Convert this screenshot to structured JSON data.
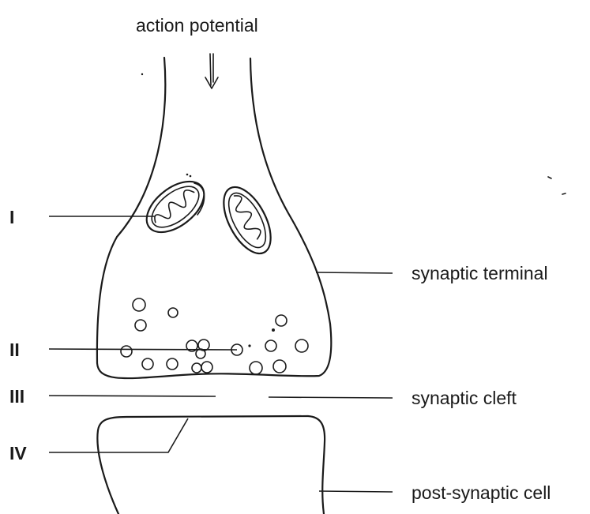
{
  "title": "action potential",
  "labels": {
    "synaptic_terminal": "synaptic terminal",
    "synaptic_cleft": "synaptic cleft",
    "post_synaptic_cell": "post-synaptic cell"
  },
  "markers": {
    "i": "I",
    "ii": "II",
    "iii": "III",
    "iv": "IV"
  },
  "colors": {
    "ink": "#1a1a1a",
    "background": "#ffffff"
  }
}
